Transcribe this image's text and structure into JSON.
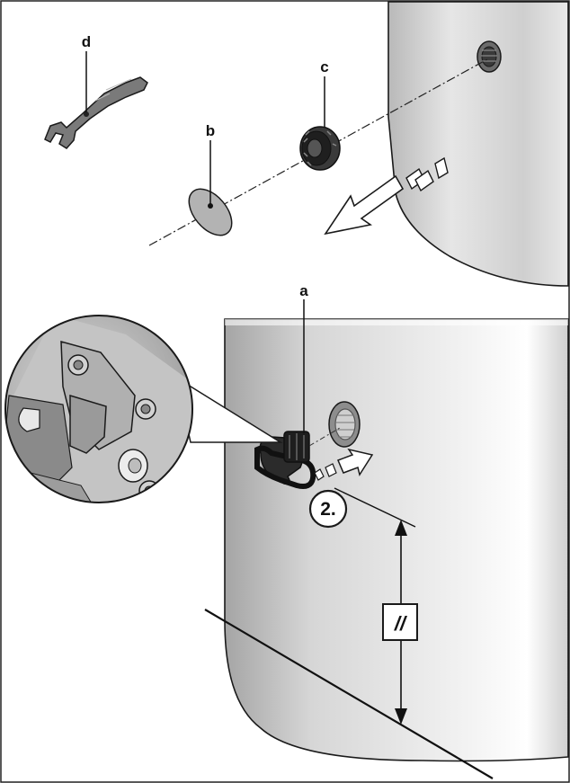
{
  "labels": {
    "d": "d",
    "c": "c",
    "b": "b",
    "a": "a"
  },
  "step_badge": "2.",
  "parallel_mark": "//",
  "colors": {
    "outline": "#1a1a1a",
    "tank_light": "#f4f4f4",
    "tank_mid": "#d9d9d9",
    "tank_dark": "#a8a8a8",
    "part_dark": "#2b2b2b"
  },
  "icons": {
    "arrow_out": "hollow-arrow-left-icon",
    "arrow_in": "hollow-arrow-right-icon",
    "dimension": "double-headed-arrow-icon"
  }
}
